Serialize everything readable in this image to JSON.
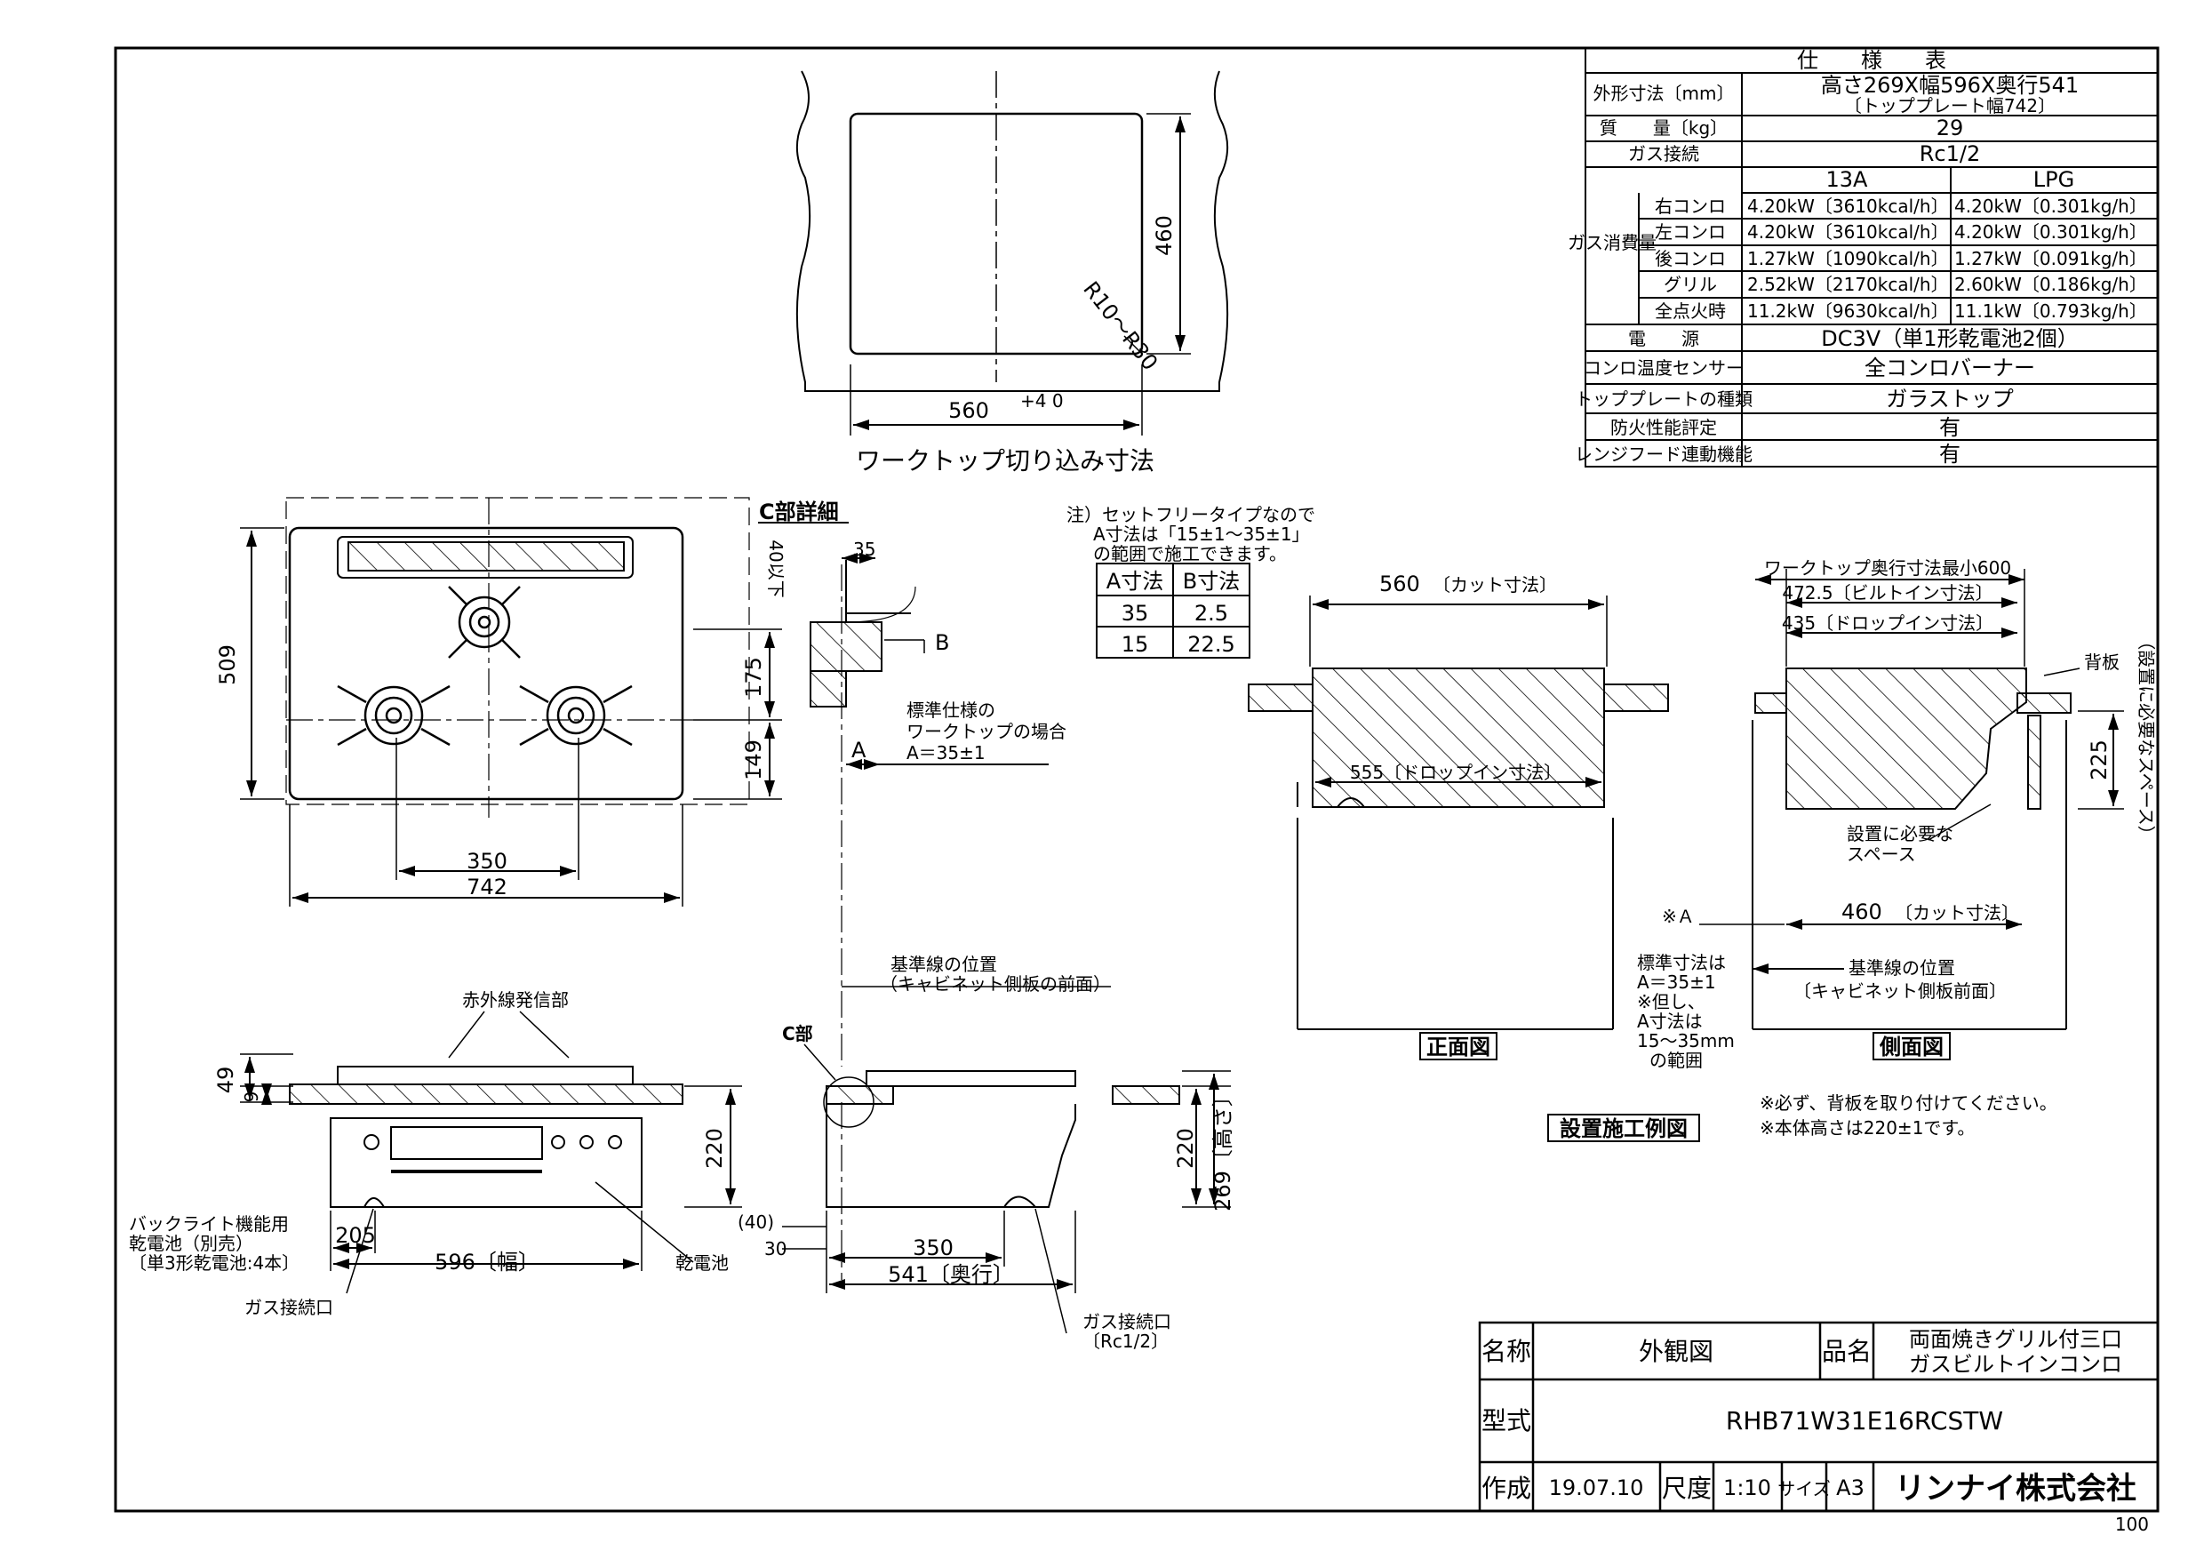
{
  "spec_table": {
    "title": "仕　　様　　表",
    "rows": [
      {
        "label": "外形寸法〔mm〕",
        "value": "高さ269X幅596X奥行541",
        "sub": "〔トッププレート幅742〕"
      },
      {
        "label": "質　　量〔kg〕",
        "value": "29"
      },
      {
        "label": "ガス接続",
        "value": "Rc1/2"
      },
      {
        "label": "電　　源",
        "value": "DC3V（単1形乾電池2個）"
      },
      {
        "label": "コンロ温度センサー",
        "value": "全コンロバーナー"
      },
      {
        "label": "トッププレートの種類",
        "value": "ガラストップ"
      },
      {
        "label": "防火性能評定",
        "value": "有"
      },
      {
        "label": "レンジフード連動機能",
        "value": "有"
      }
    ],
    "gas_label": "ガス消費量",
    "gas_headers": [
      "13A",
      "LPG"
    ],
    "gas_rows": [
      {
        "name": "右コンロ",
        "a13": "4.20kW〔3610kcal/h〕",
        "lpg": "4.20kW〔0.301kg/h〕"
      },
      {
        "name": "左コンロ",
        "a13": "4.20kW〔3610kcal/h〕",
        "lpg": "4.20kW〔0.301kg/h〕"
      },
      {
        "name": "後コンロ",
        "a13": "1.27kW〔1090kcal/h〕",
        "lpg": "1.27kW〔0.091kg/h〕"
      },
      {
        "name": "グリル",
        "a13": "2.52kW〔2170kcal/h〕",
        "lpg": "2.60kW〔0.186kg/h〕"
      },
      {
        "name": "全点火時",
        "a13": "11.2kW〔9630kcal/h〕",
        "lpg": "11.1kW〔0.793kg/h〕"
      }
    ]
  },
  "cutout": {
    "caption": "ワークトップ切り込み寸法",
    "width": "560",
    "width_tol": "+4 0",
    "depth": "460",
    "radius": "R10～R30"
  },
  "detail_c": {
    "title": "C部詳細",
    "d35": "35",
    "d40": "40以下",
    "d175": "175",
    "d149": "149",
    "label_b": "B",
    "label_a": "A",
    "std_note": [
      "標準仕様の",
      "ワークトップの場合",
      "A＝35±1"
    ]
  },
  "note_table": {
    "note": [
      "注）セットフリータイプなので",
      "A寸法は「15±1～35±1」",
      "の範囲で施工できます。"
    ],
    "headers": [
      "A寸法",
      "B寸法"
    ],
    "rows": [
      [
        "35",
        "2.5"
      ],
      [
        "15",
        "22.5"
      ]
    ]
  },
  "top_view": {
    "d509": "509",
    "d350": "350",
    "d742": "742"
  },
  "front_view": {
    "ir_label": "赤外線発信部",
    "d49": "49",
    "d9": "9",
    "d220": "220",
    "d205": "205",
    "d596": "596〔幅〕",
    "battery_note": [
      "バックライト機能用",
      "乾電池（別売）",
      "〔単3形乾電池:4本〕"
    ],
    "gas_port": "ガス接続口",
    "battery": "乾電池"
  },
  "side_view": {
    "c_label": "C部",
    "ref_line": [
      "基準線の位置",
      "（キャビネット側板の前面）"
    ],
    "d40": "(40)",
    "d30": "30",
    "d350": "350",
    "d541": "541〔奥行〕",
    "d220": "220",
    "d269": "269〔高さ〕",
    "gas_port": [
      "ガス接続口",
      "〔Rc1/2〕"
    ]
  },
  "install": {
    "front_dim": "560",
    "front_dim_suffix": "〔カット寸法〕",
    "drop_in": "555〔ドロップイン寸法〕",
    "front_title": "正面図",
    "side_min": "ワークトップ奥行寸法最小600",
    "builtin": "472.5〔ビルトイン寸法〕",
    "dropin2": "435〔ドロップイン寸法〕",
    "backboard": "背板",
    "d225": "225",
    "space_label": "（設置に必要なスペース）",
    "need_space": [
      "設置に必要な",
      "スペース"
    ],
    "star_a": "※Ａ",
    "side_cut": "460",
    "side_cut_suffix": "〔カット寸法〕",
    "ref_line": [
      "基準線の位置",
      "〔キャビネット側板前面〕"
    ],
    "std_note": [
      "標準寸法は",
      "A＝35±1",
      "※但し、",
      "A寸法は",
      "15～35mm",
      "の範囲"
    ],
    "side_title": "側面図",
    "section_title": "設置施工例図",
    "notes": [
      "※必ず、背板を取り付けてください。",
      "※本体高さは220±1です。"
    ]
  },
  "title_block": {
    "name_label": "名称",
    "name": "外観図",
    "product_label": "品名",
    "product": [
      "両面焼きグリル付三口",
      "ガスビルトインコンロ"
    ],
    "model_label": "型式",
    "model": "RHB71W31E16RCSTW",
    "date_label": "作成",
    "date": "19.07.10",
    "scale_label": "尺度",
    "scale": "1:10",
    "size_label": "サイズ",
    "size": "A3",
    "company": "リンナイ株式会社"
  },
  "page_no": "100"
}
